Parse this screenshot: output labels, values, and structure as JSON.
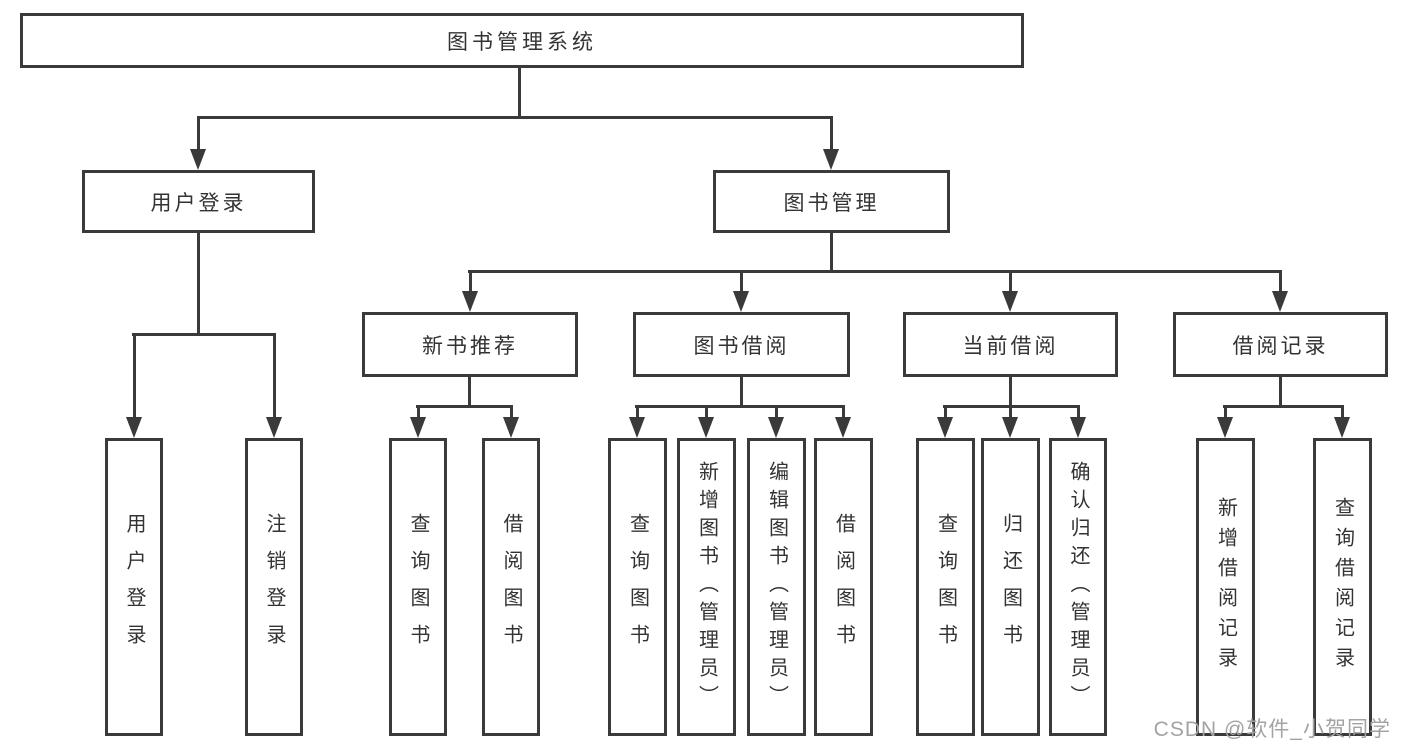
{
  "title": "图书管理系统",
  "branches": [
    {
      "label": "用户登录",
      "children": [
        {
          "label": "用户登录"
        },
        {
          "label": "注销登录"
        }
      ]
    },
    {
      "label": "图书管理",
      "groups": [
        {
          "label": "新书推荐",
          "children": [
            {
              "label": "查询图书"
            },
            {
              "label": "借阅图书"
            }
          ]
        },
        {
          "label": "图书借阅",
          "children": [
            {
              "label": "查询图书"
            },
            {
              "label": "新增图书（管理员）"
            },
            {
              "label": "编辑图书（管理员）"
            },
            {
              "label": "借阅图书"
            }
          ]
        },
        {
          "label": "当前借阅",
          "children": [
            {
              "label": "查询图书"
            },
            {
              "label": "归还图书"
            },
            {
              "label": "确认归还（管理员）"
            }
          ]
        },
        {
          "label": "借阅记录",
          "children": [
            {
              "label": "新增借阅记录"
            },
            {
              "label": "查询借阅记录"
            }
          ]
        }
      ]
    }
  ],
  "watermark": "CSDN @软件_小贺同学",
  "colors": {
    "line": "#3a3a3a",
    "text": "#333333",
    "background": "#ffffff",
    "watermark": "#a3a3a3"
  }
}
